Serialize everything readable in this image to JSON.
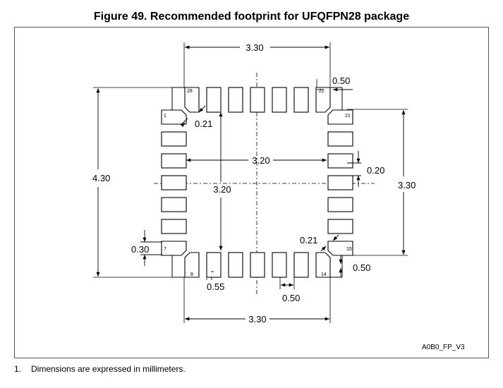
{
  "figure_title": "Figure 49. Recommended footprint for UFQFPN28 package",
  "dimensions": {
    "top_width": "3.30",
    "pitch_top": "0.50",
    "chamfer_top_left": "0.21",
    "height_left": "4.30",
    "inner_horizontal": "3.20",
    "pad_width": "0.20",
    "inner_vertical": "3.20",
    "right_height": "3.30",
    "pad_height_left": "0.30",
    "chamfer_bottom_right": "0.21",
    "pad_offset_right": "0.50",
    "pad_length_bottom": "0.55",
    "pitch_bottom": "0.50",
    "bottom_width": "3.30"
  },
  "pin_labels": {
    "pin_28": "28",
    "pin_22": "22",
    "pin_1": "1",
    "pin_21": "21",
    "pin_7": "7",
    "pin_15": "15",
    "pin_8": "8",
    "pin_14": "14"
  },
  "drawing_code": "A0B0_FP_V3",
  "footnote": {
    "number": "1.",
    "text": "Dimensions are expressed in millimeters."
  }
}
